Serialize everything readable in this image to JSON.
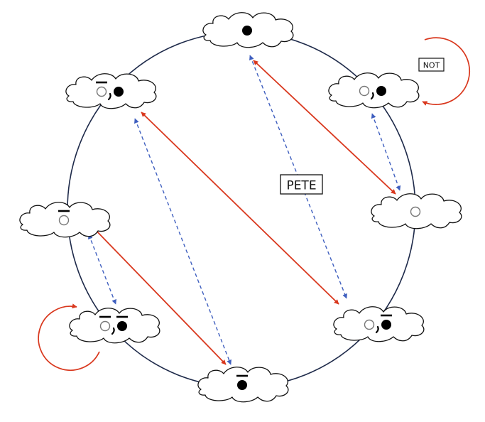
{
  "labels": {
    "center": "PETE",
    "self_loop": "NOT"
  },
  "colors": {
    "circle": "#1e2a4a",
    "cloud_stroke": "#111111",
    "solid_arrow": "#d9381e",
    "dashed_arrow": "#3f5fbf",
    "loop_arrow": "#d9381e"
  },
  "nodes": [
    {
      "id": "top",
      "symbols": [
        {
          "kind": "filled",
          "bar": false
        }
      ]
    },
    {
      "id": "upper-right",
      "symbols": [
        {
          "kind": "hollow",
          "bar": false
        },
        {
          "kind": "filled",
          "bar": false
        }
      ]
    },
    {
      "id": "right",
      "symbols": [
        {
          "kind": "hollow",
          "bar": false
        }
      ]
    },
    {
      "id": "lower-right",
      "symbols": [
        {
          "kind": "hollow",
          "bar": false
        },
        {
          "kind": "filled",
          "bar": true
        }
      ]
    },
    {
      "id": "bottom",
      "symbols": [
        {
          "kind": "filled",
          "bar": true
        }
      ]
    },
    {
      "id": "lower-left",
      "symbols": [
        {
          "kind": "hollow",
          "bar": true
        },
        {
          "kind": "filled",
          "bar": true
        }
      ]
    },
    {
      "id": "left",
      "symbols": [
        {
          "kind": "hollow",
          "bar": true
        }
      ]
    },
    {
      "id": "upper-left",
      "symbols": [
        {
          "kind": "hollow",
          "bar": true
        },
        {
          "kind": "filled",
          "bar": false
        }
      ]
    }
  ],
  "edges": [
    {
      "from": "top",
      "to": "right",
      "style": "solid"
    },
    {
      "from": "top",
      "to": "lower-right",
      "style": "dashed"
    },
    {
      "from": "upper-right",
      "to": "right",
      "style": "dashed"
    },
    {
      "from": "upper-left",
      "to": "lower-right",
      "style": "solid"
    },
    {
      "from": "upper-left",
      "to": "bottom",
      "style": "dashed"
    },
    {
      "from": "left",
      "to": "bottom",
      "style": "solid"
    },
    {
      "from": "left",
      "to": "lower-left",
      "style": "dashed"
    }
  ],
  "self_loops": [
    {
      "node": "upper-right",
      "labelled": true
    },
    {
      "node": "lower-left",
      "labelled": false
    }
  ]
}
